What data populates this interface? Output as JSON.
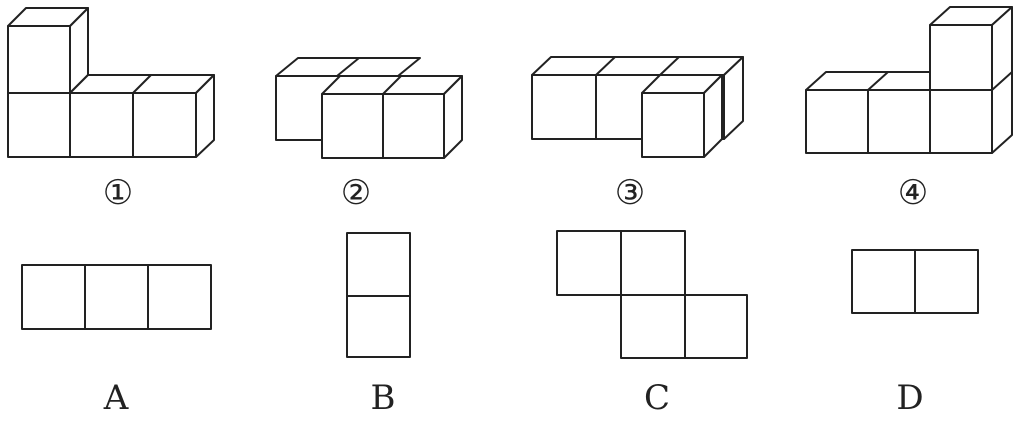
{
  "solids": [
    {
      "id": "solid-1",
      "label": "①"
    },
    {
      "id": "solid-2",
      "label": "②"
    },
    {
      "id": "solid-3",
      "label": "③"
    },
    {
      "id": "solid-4",
      "label": "④"
    }
  ],
  "views": [
    {
      "id": "view-a",
      "label": "A"
    },
    {
      "id": "view-b",
      "label": "B"
    },
    {
      "id": "view-c",
      "label": "C"
    },
    {
      "id": "view-d",
      "label": "D"
    }
  ]
}
